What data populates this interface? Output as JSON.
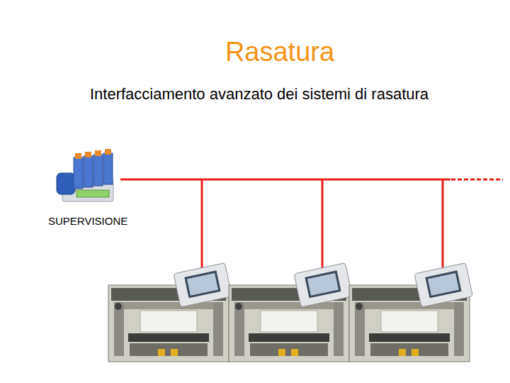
{
  "diagram": {
    "title": "Rasatura",
    "labels": [
      "Interfacciamento avanzato dei sistemi di rasatura",
      "SUPERVISIONE"
    ]
  }
}
